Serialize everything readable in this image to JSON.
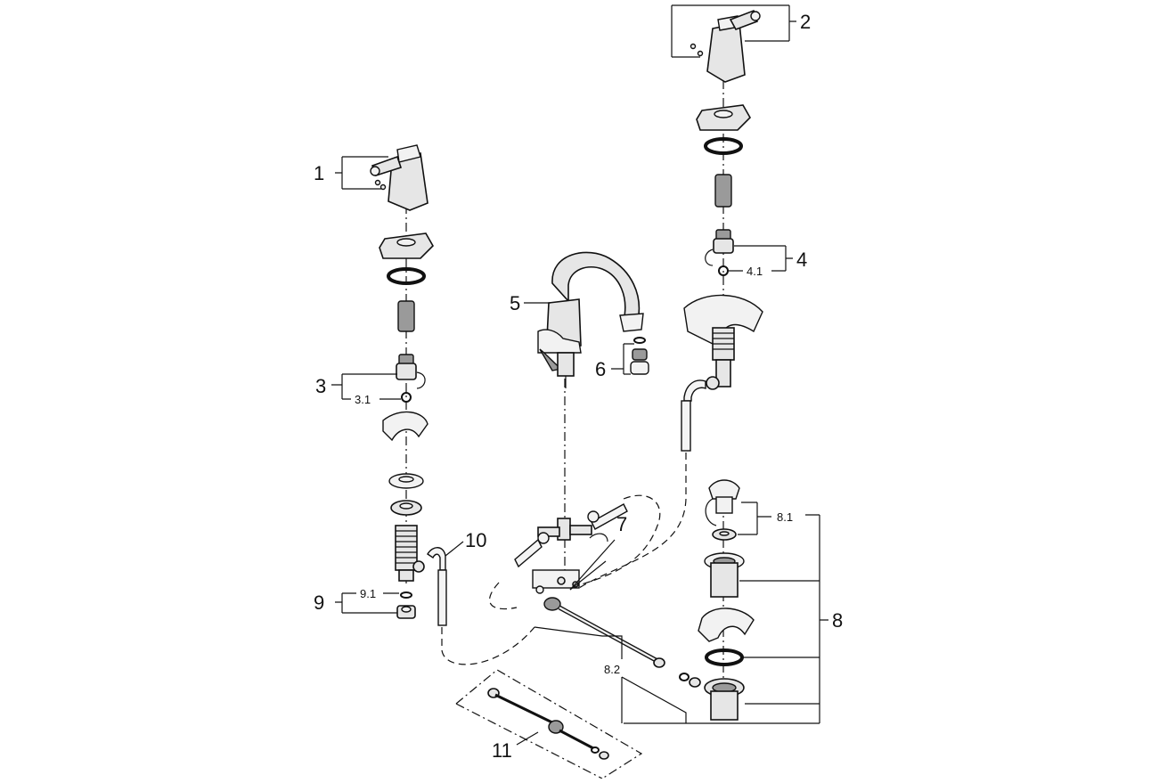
{
  "diagram": {
    "callouts": [
      {
        "id": "c1",
        "label": "1"
      },
      {
        "id": "c2",
        "label": "2"
      },
      {
        "id": "c3",
        "label": "3"
      },
      {
        "id": "c3_1",
        "label": "3.1"
      },
      {
        "id": "c4",
        "label": "4"
      },
      {
        "id": "c4_1",
        "label": "4.1"
      },
      {
        "id": "c5",
        "label": "5"
      },
      {
        "id": "c6",
        "label": "6"
      },
      {
        "id": "c7",
        "label": "7"
      },
      {
        "id": "c8",
        "label": "8"
      },
      {
        "id": "c8_1",
        "label": "8.1"
      },
      {
        "id": "c8_2",
        "label": "8.2"
      },
      {
        "id": "c9",
        "label": "9"
      },
      {
        "id": "c9_1",
        "label": "9.1"
      },
      {
        "id": "c10",
        "label": "10"
      },
      {
        "id": "c11",
        "label": "11"
      }
    ]
  }
}
